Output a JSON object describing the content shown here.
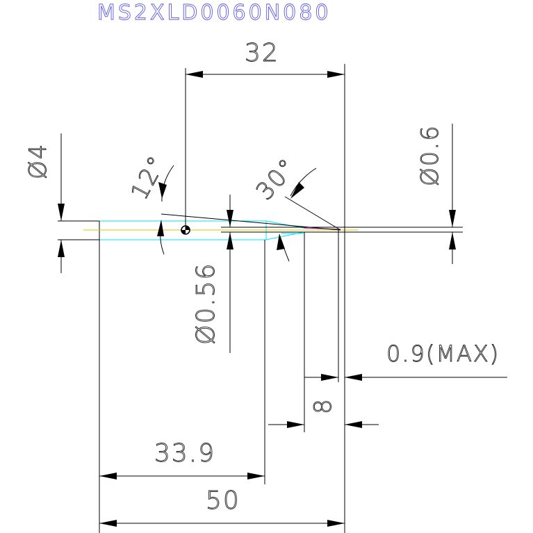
{
  "drawing": {
    "part_number": "MS2XLD0060N080",
    "dimensions": {
      "shank_length_32": "32",
      "shank_diameter": "Ø4",
      "tip_diameter": "Ø0.6",
      "neck_diameter": "Ø0.56",
      "angle_12": "12°",
      "angle_30": "30°",
      "tip_length_max": "0.9(MAX)",
      "flute_length": "8",
      "length_33_9": "33.9",
      "overall_length": "50"
    },
    "colors": {
      "outline": "#000000",
      "shank_cyan": "#00e5ff",
      "center_yellow": "#d8c800",
      "title_blue": "#5b57e8",
      "hidden_magenta": "#b000b0"
    }
  }
}
